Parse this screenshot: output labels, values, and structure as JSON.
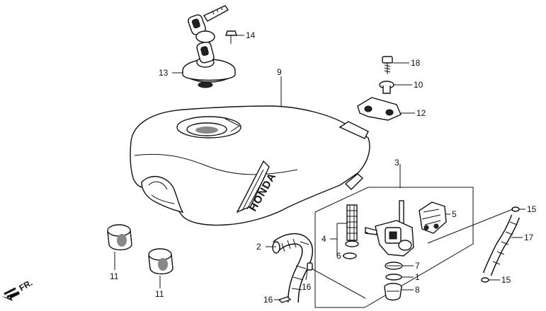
{
  "brand_text": "HONDA",
  "direction_label": "FR.",
  "callouts": {
    "c1": "1",
    "c2": "2",
    "c3": "3",
    "c4": "4",
    "c5": "5",
    "c6": "6",
    "c7": "7",
    "c8": "8",
    "c9": "9",
    "c10": "10",
    "c11a": "11",
    "c11b": "11",
    "c12": "12",
    "c13": "13",
    "c14": "14",
    "c15a": "15",
    "c15b": "15",
    "c16a": "16",
    "c16b": "16",
    "c17": "17",
    "c18": "18"
  }
}
